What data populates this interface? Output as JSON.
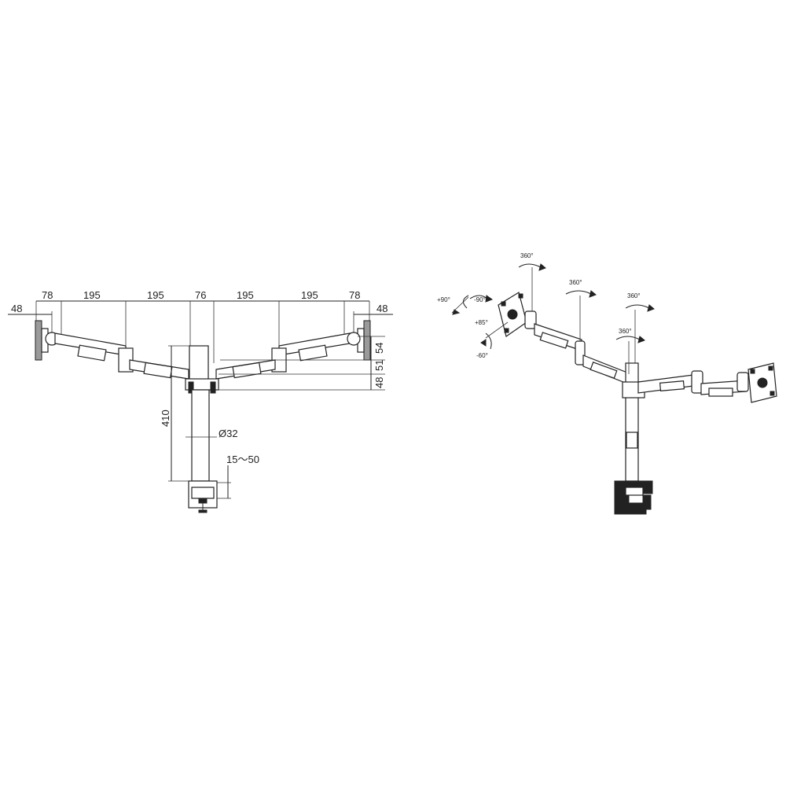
{
  "front_view": {
    "dimensions": {
      "top": [
        "48",
        "78",
        "195",
        "195",
        "76",
        "195",
        "195",
        "78",
        "48"
      ],
      "right": [
        "54",
        "51",
        "48"
      ],
      "pole_height": "410",
      "pole_diameter": "Ø32",
      "clamp_range": "15～50"
    }
  },
  "perspective_view": {
    "rotation_labels": {
      "left_head_top": "360°",
      "swivel_left": "+90°",
      "swivel_right": "-90°",
      "tilt_up": "+85°",
      "tilt_down": "-60°",
      "elbow_left": "360°",
      "pole_top": "360°",
      "elbow_right": "360°"
    }
  }
}
